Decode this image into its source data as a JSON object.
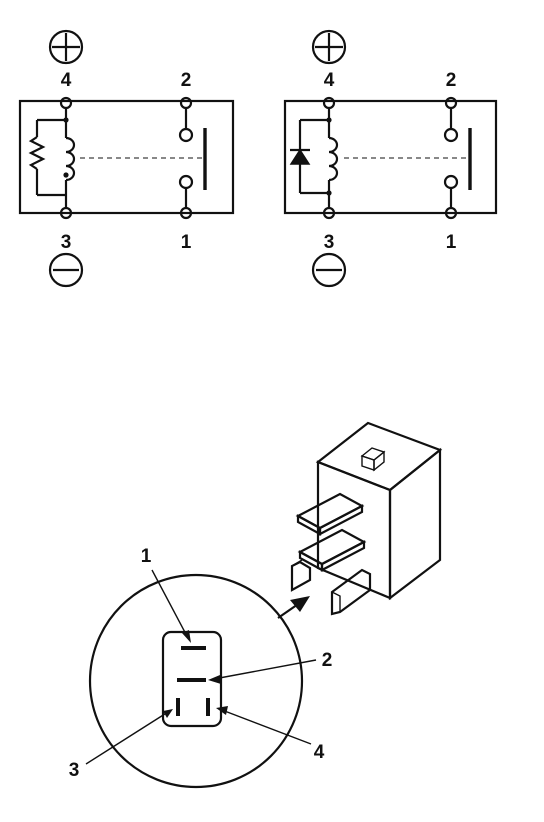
{
  "relay_a": {
    "terminals": {
      "top_left": "4",
      "top_right": "2",
      "bottom_left": "3",
      "bottom_right": "1"
    },
    "suppressor": "resistor-symbol"
  },
  "relay_b": {
    "terminals": {
      "top_left": "4",
      "top_right": "2",
      "bottom_left": "3",
      "bottom_right": "1"
    },
    "suppressor": "diode-symbol"
  },
  "connector_view": {
    "callouts": [
      "1",
      "2",
      "3",
      "4"
    ]
  }
}
